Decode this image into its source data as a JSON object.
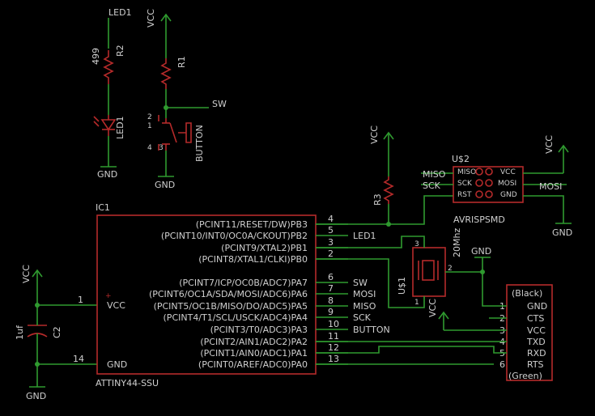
{
  "parts": {
    "led1_net": "LED1",
    "r2_value": "499",
    "r2_name": "R2",
    "led1_name": "LED1",
    "gnd_led": "GND",
    "vcc_top": "VCC",
    "r1_name": "R1",
    "sw_net": "SW",
    "button_name": "BUTTON",
    "button_pins": [
      "2",
      "1",
      "4",
      "3"
    ],
    "gnd_button": "GND",
    "vcc_r3": "VCC",
    "r3_name": "R3",
    "vcc_right": "VCC",
    "gnd_right": "GND",
    "gnd_res": "GND",
    "vcc_left": "VCC",
    "cap_value": "1uf",
    "cap_name": "C2",
    "gnd_left": "GND"
  },
  "ic1": {
    "name": "IC1",
    "part": "ATTINY44-SSU",
    "vcc_label": "VCC",
    "gnd_label": "GND",
    "vcc_pin": "1",
    "gnd_pin": "14",
    "right_pins": [
      {
        "label": "(PCINT11/RESET/DW)PB3",
        "num": "4",
        "net": ""
      },
      {
        "label": "(PCINT10/INT0/OC0A/CKOUT)PB2",
        "num": "5",
        "net": "LED1"
      },
      {
        "label": "(PCINT9/XTAL2)PB1",
        "num": "3",
        "net": ""
      },
      {
        "label": "(PCINT8/XTAL1/CLKI)PB0",
        "num": "2",
        "net": ""
      },
      {
        "label": "(PCINT7/ICP/OC0B/ADC7)PA7",
        "num": "6",
        "net": "SW"
      },
      {
        "label": "(PCINT6/OC1A/SDA/MOSI/ADC6)PA6",
        "num": "7",
        "net": "MOSI"
      },
      {
        "label": "(PCINT5/OC1B/MISO/DO/ADC5)PA5",
        "num": "8",
        "net": "MISO"
      },
      {
        "label": "(PCINT4/T1/SCL/USCK/ADC4)PA4",
        "num": "9",
        "net": "SCK"
      },
      {
        "label": "(PCINT3/T0/ADC3)PA3",
        "num": "10",
        "net": "BUTTON"
      },
      {
        "label": "(PCINT2/AIN1/ADC2)PA2",
        "num": "11",
        "net": ""
      },
      {
        "label": "(PCINT1/AIN0/ADC1)PA1",
        "num": "12",
        "net": ""
      },
      {
        "label": "(PCINT0/AREF/ADC0)PA0",
        "num": "13",
        "net": ""
      }
    ]
  },
  "isp": {
    "name": "U$2",
    "part": "AVRISPSMD",
    "left_pins": [
      "MISO",
      "SCK",
      "RST"
    ],
    "right_pins": [
      "VCC",
      "MOSI",
      "GND"
    ],
    "miso_net": "MISO",
    "sck_net": "SCK",
    "mosi_net": "MOSI"
  },
  "resonator": {
    "name": "U$1",
    "value": "20Mhz",
    "pins": [
      "3",
      "2",
      "1"
    ],
    "vcc_label": "VCC"
  },
  "ftdi": {
    "top_label": "(Black)",
    "bottom_label": "(Green)",
    "pins": [
      {
        "num": "1",
        "label": "GND"
      },
      {
        "num": "2",
        "label": "CTS"
      },
      {
        "num": "3",
        "label": "VCC"
      },
      {
        "num": "4",
        "label": "TXD"
      },
      {
        "num": "5",
        "label": "RXD"
      },
      {
        "num": "6",
        "label": "RTS"
      }
    ]
  },
  "colors": {
    "background": "#000000",
    "wire": "#2f9a2f",
    "part_outline": "#b52a2a",
    "text": "#cfcfcf"
  }
}
